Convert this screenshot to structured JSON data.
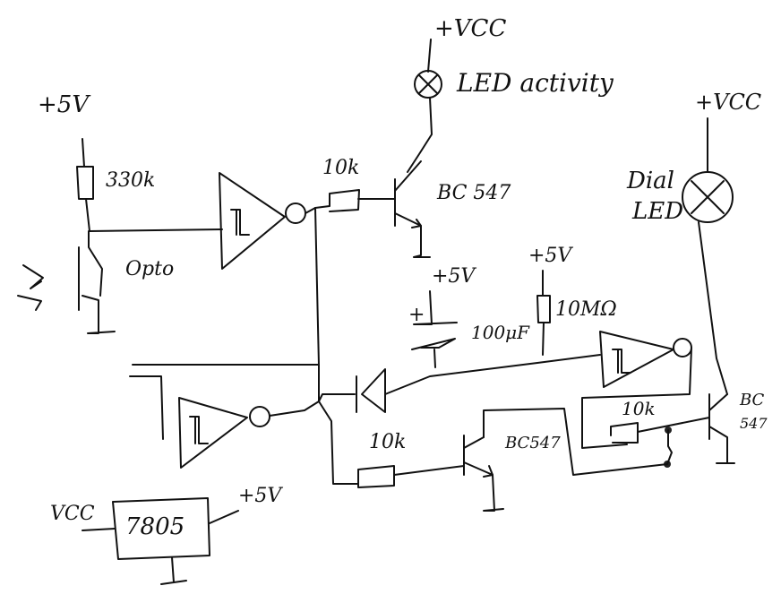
{
  "labels": {
    "vcc_top": "+VCC",
    "led_activity": "LED activity",
    "vcc_right": "+VCC",
    "plus5_left": "+5V",
    "r_330k": "330k",
    "opto": "Opto",
    "r_10k_base1": "10k",
    "bc547_top": "BC 547",
    "dial_led_1": "Dial",
    "dial_led_2": "LED",
    "plus5_cap": "+5V",
    "plus5_10m": "+5V",
    "cap_plus": "+",
    "cap_100uf": "100μF",
    "r_10m": "10MΩ",
    "r_10k_mid": "10k",
    "r_10k_right": "10k",
    "bc547_mid": "BC547",
    "bc547_right_1": "BC",
    "bc547_right_2": "547",
    "vcc_reg": "VCC",
    "reg_7805": "7805",
    "plus5_reg": "+5V"
  },
  "colors": {
    "ink": "#111111",
    "paper": "#ffffff",
    "led_dot": "#222222"
  }
}
